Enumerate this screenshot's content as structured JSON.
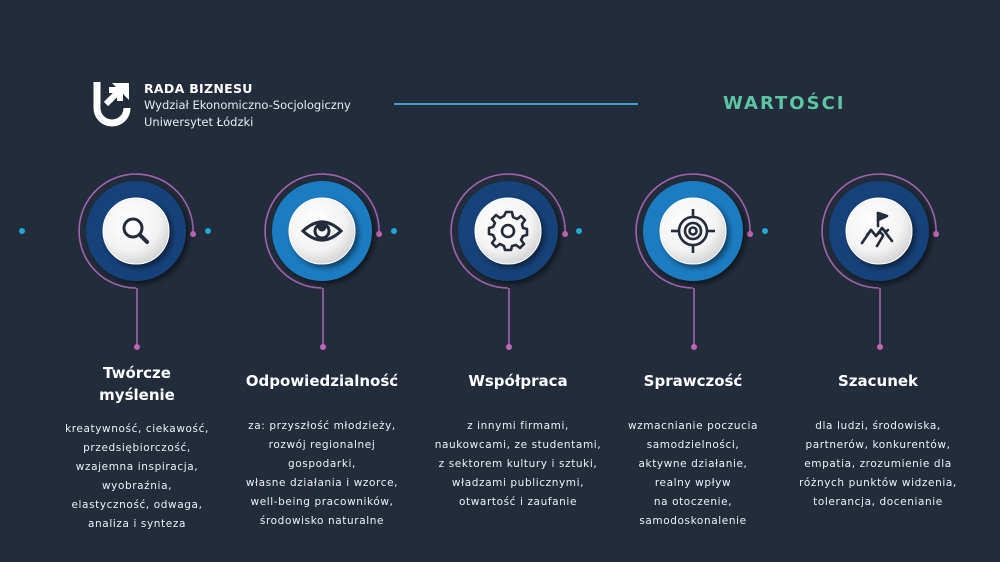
{
  "brand": {
    "name": "RADA BIZNESU",
    "faculty": "Wydział Ekonomiczno-Socjologiczny",
    "university": "Uniwersytet Łódzki",
    "logo_icon": "arrow-up-right-u-icon"
  },
  "heading": "WARTOŚCI",
  "colors": {
    "background": "#222c3b",
    "heading": "#5cc5a3",
    "header_line": "#3fa3c7",
    "ring_dark": "#15427a",
    "ring_light": "#1f7cc2",
    "arc": "#a263ad",
    "connector_dot": "#1fa9d3"
  },
  "values": [
    {
      "title": "Twórcze myślenie",
      "icon": "magnifier-icon",
      "description": "kreatywność, ciekawość,\nprzedsiębiorczość,\nwzajemna inspiracja,\nwyobraźnia,\nelastyczność, odwaga,\nanaliza i synteza"
    },
    {
      "title": "Odpowiedzialność",
      "icon": "eye-icon",
      "description": "za: przyszłość młodzieży,\nrozwój regionalnej\ngospodarki,\nwłasne działania i wzorce,\nwell-being pracowników,\nśrodowisko naturalne"
    },
    {
      "title": "Współpraca",
      "icon": "gear-icon",
      "description": "z innymi firmami,\nnaukowcami, ze studentami,\nz sektorem kultury i sztuki,\nwładzami publicznymi,\notwartość i zaufanie"
    },
    {
      "title": "Sprawczość",
      "icon": "target-icon",
      "description": "wzmacnianie poczucia\nsamodzielności,\naktywne działanie,\nrealny wpływ\nna otoczenie,\nsamodoskonalenie"
    },
    {
      "title": "Szacunek",
      "icon": "mountain-flag-icon",
      "description": "dla ludzi, środowiska,\npartnerów, konkurentów,\nempatia, zrozumienie dla\nróżnych punktów widzenia,\ntolerancja, docenianie"
    }
  ]
}
